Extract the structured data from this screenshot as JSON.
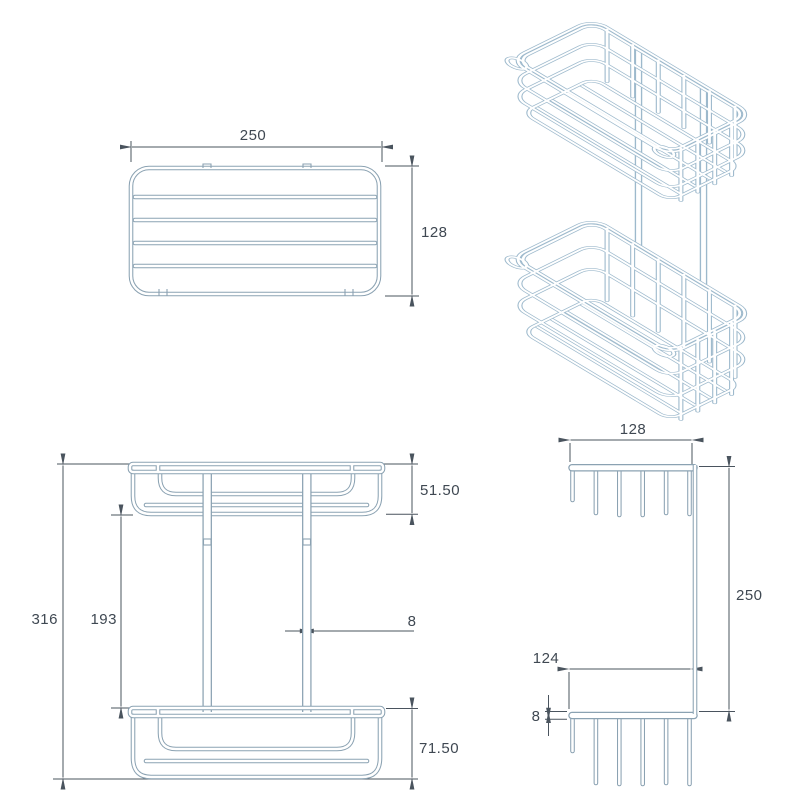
{
  "document": {
    "kind": "technical dimension drawing",
    "subject": "two-tier wall-mounted wire basket",
    "background": "#ffffff"
  },
  "colors": {
    "wire_line": "#8ba2b2",
    "iso_wire_line": "#9db9cc",
    "dimension_line": "#4a545e",
    "text": "#3f4852"
  },
  "views": {
    "top_view": {
      "name": "top view",
      "dimensions": {
        "width": "250",
        "depth": "128"
      }
    },
    "isometric_view": {
      "name": "isometric view"
    },
    "front_view": {
      "name": "front view",
      "dimensions": {
        "overall_height": "316",
        "between_baskets": "193",
        "top_basket_height": "51.50",
        "bottom_basket_height": "71.50",
        "rail_width": "8"
      }
    },
    "side_view": {
      "name": "side view",
      "dimensions": {
        "top_width": "128",
        "wall_height": "250",
        "bottom_shelf_width": "124",
        "shelf_wire": "8"
      }
    }
  }
}
